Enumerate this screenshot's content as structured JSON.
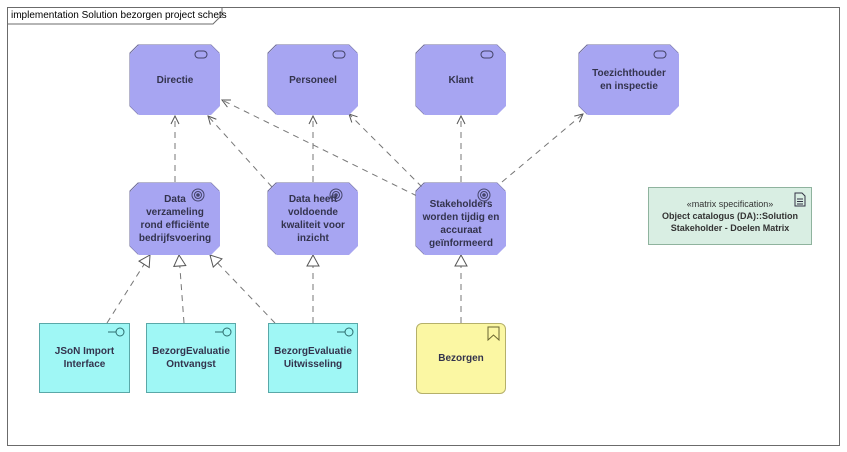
{
  "frame": {
    "title": "implementation Solution bezorgen project schets"
  },
  "nodes": {
    "directie": "Directie",
    "personeel": "Personeel",
    "klant": "Klant",
    "toezicht": "Toezichthouder en inspectie",
    "goal1": "Data verzameling rond efficiënte bedrijfsvoering",
    "goal2": "Data heeft voldoende kwaliteit voor inzicht",
    "goal3": "Stakeholders worden tijdig en accuraat geïnformeerd",
    "json": "JSoN Import Interface",
    "ontvangst": "BezorgEvaluatie Ontvangst",
    "uitwisseling": "BezorgEvaluatie Uitwisseling",
    "bezorgen": "Bezorgen"
  },
  "spec": {
    "stereotype": "«matrix specification»",
    "title": "Object catalogus (DA)::Solution Stakeholder - Doelen Matrix"
  },
  "colors": {
    "stakeholder": "#a7a5f2",
    "interface": "#9ff7f5",
    "work_package": "#fbf7a3",
    "spec": "#d9eee3"
  }
}
